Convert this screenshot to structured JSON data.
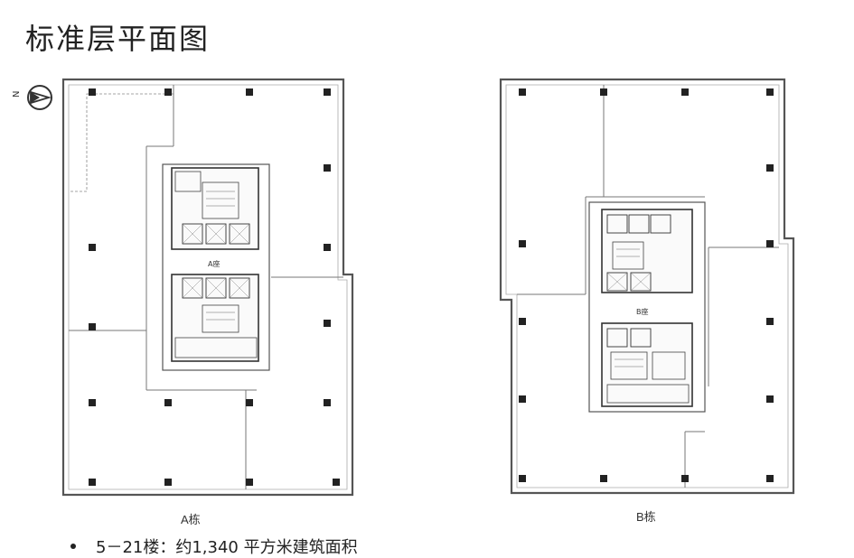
{
  "page": {
    "title": "标准层平面图",
    "north_label": "N"
  },
  "plans": {
    "a": {
      "caption": "A栋",
      "core_label": "A座"
    },
    "b": {
      "caption": "B栋",
      "core_label": "B座"
    }
  },
  "summary": {
    "bullet_text": "5－21楼：约1,340 平方米建筑面积"
  }
}
